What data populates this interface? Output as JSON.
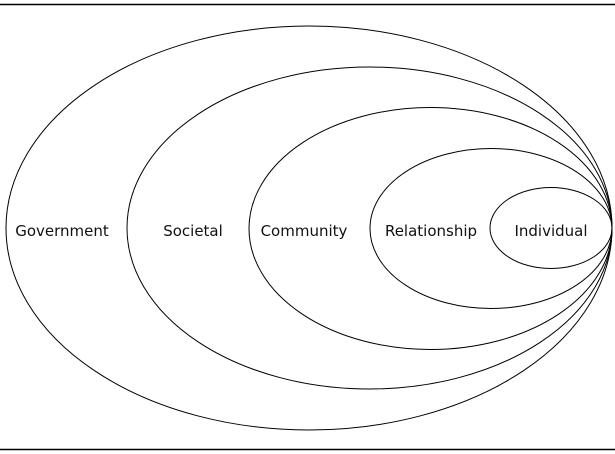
{
  "diagram": {
    "type": "nested-ellipses",
    "levels": [
      {
        "id": "government",
        "label": "Government"
      },
      {
        "id": "societal",
        "label": "Societal"
      },
      {
        "id": "community",
        "label": "Community"
      },
      {
        "id": "relationship",
        "label": "Relationship"
      },
      {
        "id": "individual",
        "label": "Individual"
      }
    ],
    "stroke_color": "#000000",
    "text_color": "#111111",
    "background": "#ffffff"
  }
}
